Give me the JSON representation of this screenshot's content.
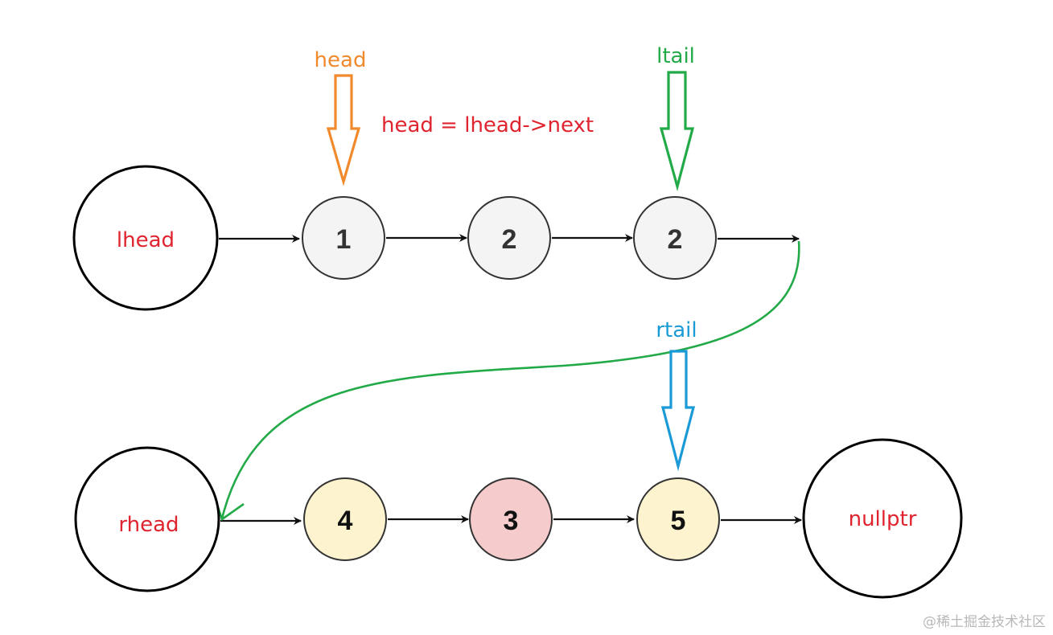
{
  "labels": {
    "head": "head",
    "ltail": "ltail",
    "rtail": "rtail",
    "assignment": "head = lhead->next"
  },
  "nodes": {
    "lhead": "lhead",
    "l1": "1",
    "l2": "2",
    "l3": "2",
    "rhead": "rhead",
    "r1": "4",
    "r2": "3",
    "r3": "5",
    "nullptr": "nullptr"
  },
  "watermark": "@稀土掘金技术社区",
  "colors": {
    "label_red": "#e0242f",
    "head_orange": "#f08a2c",
    "ltail_green": "#22aa48",
    "rtail_blue": "#1a9ad6",
    "node_gray": "#f4f4f4",
    "node_yellow": "#fdf3cf",
    "node_pink": "#f5cbcb",
    "edge": "#111111"
  }
}
